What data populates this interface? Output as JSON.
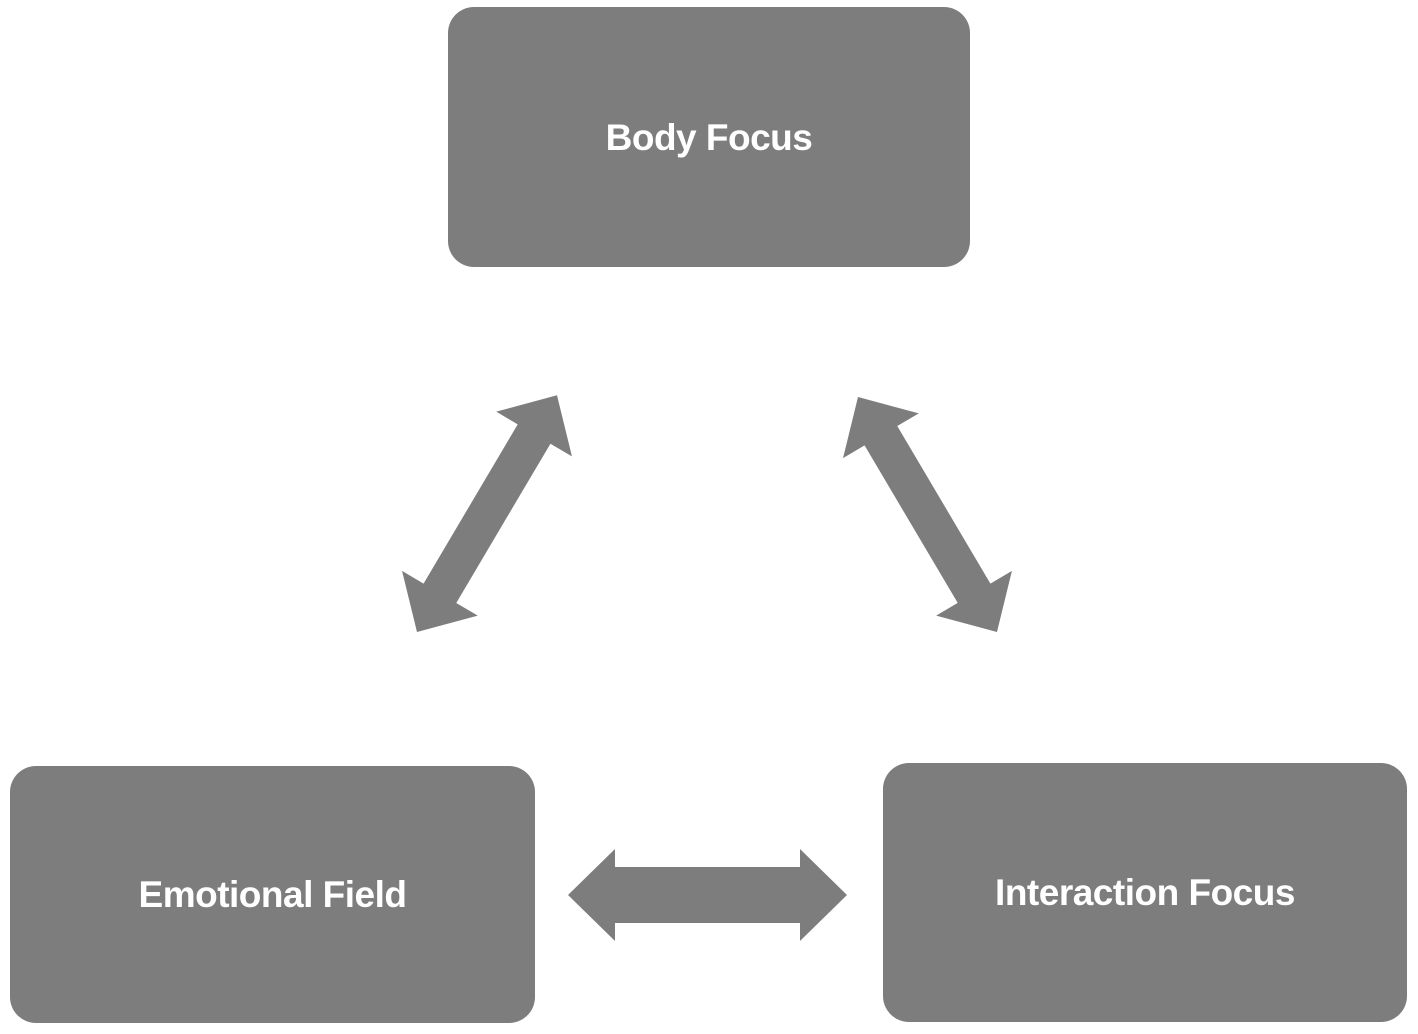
{
  "diagram": {
    "background_color": "#ffffff",
    "node_fill": "#7d7d7d",
    "node_text_color": "#ffffff",
    "arrow_fill": "#7d7d7d",
    "nodes": [
      {
        "id": "body-focus",
        "label": "Body Focus"
      },
      {
        "id": "emotional-field",
        "label": "Emotional Field"
      },
      {
        "id": "interaction-focus",
        "label": "Interaction Focus"
      }
    ],
    "edges": [
      {
        "from": "body-focus",
        "to": "emotional-field",
        "type": "bidirectional-arrow"
      },
      {
        "from": "body-focus",
        "to": "interaction-focus",
        "type": "bidirectional-arrow"
      },
      {
        "from": "emotional-field",
        "to": "interaction-focus",
        "type": "bidirectional-arrow"
      }
    ]
  }
}
